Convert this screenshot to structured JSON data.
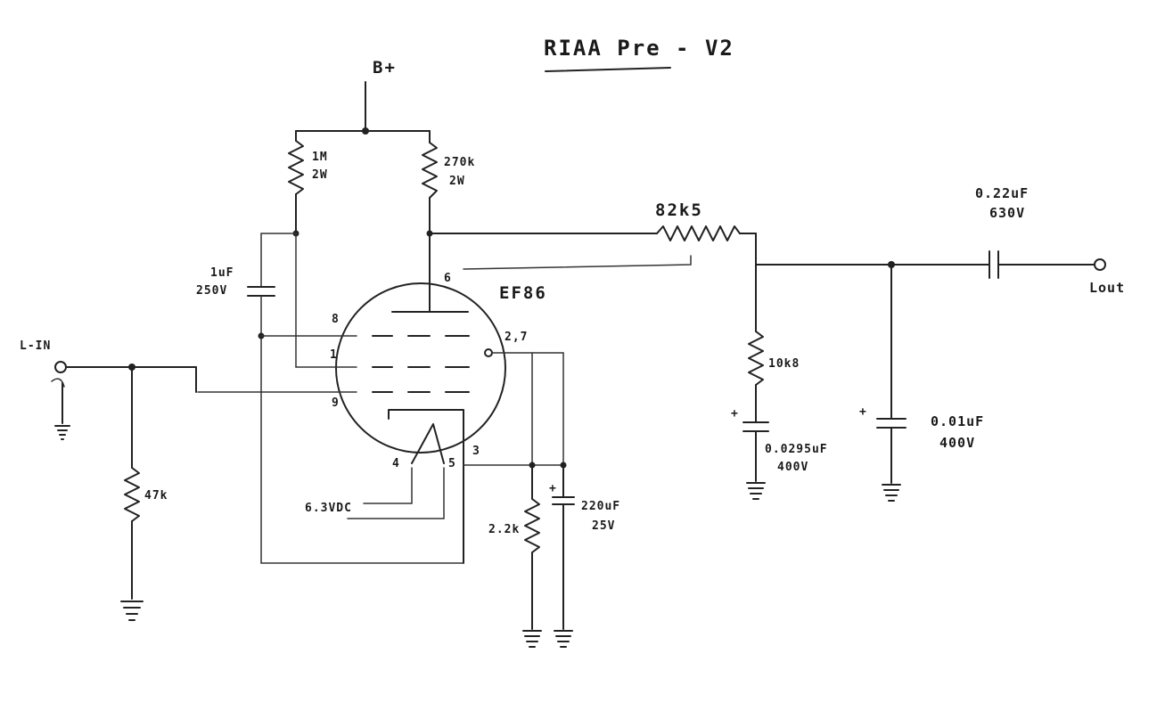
{
  "title": "RIAA Pre - V2",
  "supply_label": "B+",
  "input_label": "L-IN",
  "output_label": "Lout",
  "tube_label": "EF86",
  "pins": {
    "p6": "6",
    "p8": "8",
    "p1": "1",
    "p9": "9",
    "p27": "2,7",
    "p4": "4",
    "p5": "5",
    "p3": "3"
  },
  "heater_label": "6.3VDC",
  "components": {
    "r_screen": {
      "value": "1M",
      "rating": "2W"
    },
    "r_plate": {
      "value": "270k",
      "rating": "2W"
    },
    "c_screen": {
      "value": "1uF",
      "rating": "250V"
    },
    "r_series": {
      "value": "82k5"
    },
    "r_shunt": {
      "value": "10k8"
    },
    "c_shunt": {
      "value": "0.0295uF",
      "rating": "400V",
      "polarity": "+"
    },
    "c_filter": {
      "value": "0.01uF",
      "rating": "400V",
      "polarity": "+"
    },
    "c_out": {
      "value": "0.22uF",
      "rating": "630V"
    },
    "r_grid": {
      "value": "47k"
    },
    "r_cathode": {
      "value": "2.2k"
    },
    "c_cathode": {
      "value": "220uF",
      "rating": "25V",
      "polarity": "+"
    }
  }
}
